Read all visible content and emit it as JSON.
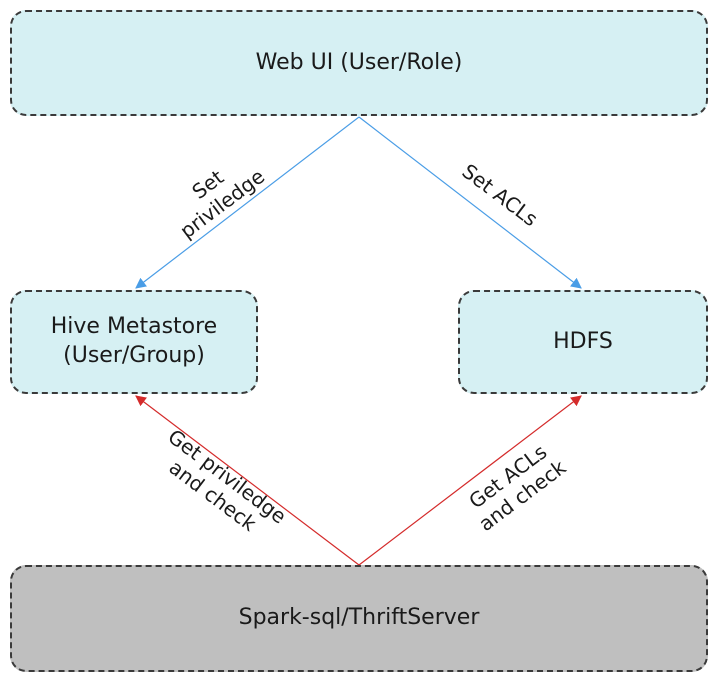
{
  "nodes": {
    "web_ui": "Web UI (User/Role)",
    "hive_metastore": "Hive Metastore\n(User/Group)",
    "hdfs": "HDFS",
    "spark": "Spark-sql/ThriftServer"
  },
  "edges": {
    "set_privilege": "Set\npriviledge",
    "set_acls": "Set ACLs",
    "get_privilege": "Get priviledge\nand check",
    "get_acls": "Get ACLs\nand check"
  },
  "colors": {
    "box_fill": "#d6f0f3",
    "spark_fill": "#bfbfbf",
    "set_arrow": "#4a9de6",
    "get_arrow": "#d42b2b"
  }
}
